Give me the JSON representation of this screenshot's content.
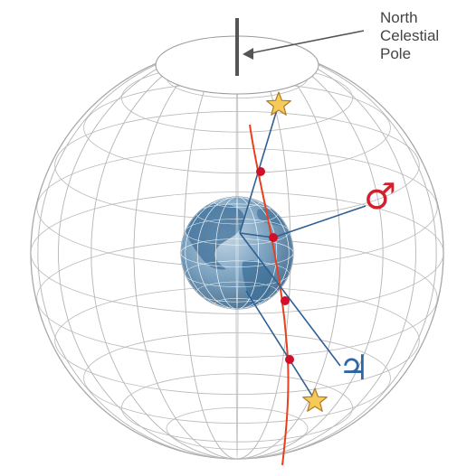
{
  "labels": {
    "pole_line1": "North",
    "pole_line2": "Celestial",
    "pole_line3": "Pole"
  },
  "symbols": {
    "mars": "♂",
    "jupiter": "♃"
  },
  "colors": {
    "sphere_grid": "#b9b9b9",
    "ecliptic": "#e8401c",
    "sightline": "#2f5f93",
    "marker": "#d0102a",
    "star_fill": "#f5c95a",
    "star_stroke": "#b07a24",
    "earth": "#4f7ea6",
    "pole_marker": "#555555",
    "arrow": "#555555",
    "mars_symbol": "#d3202f",
    "jupiter_symbol": "#2f66a8"
  },
  "icons": {
    "star": "star-icon",
    "pole": "pole-marker-icon"
  }
}
